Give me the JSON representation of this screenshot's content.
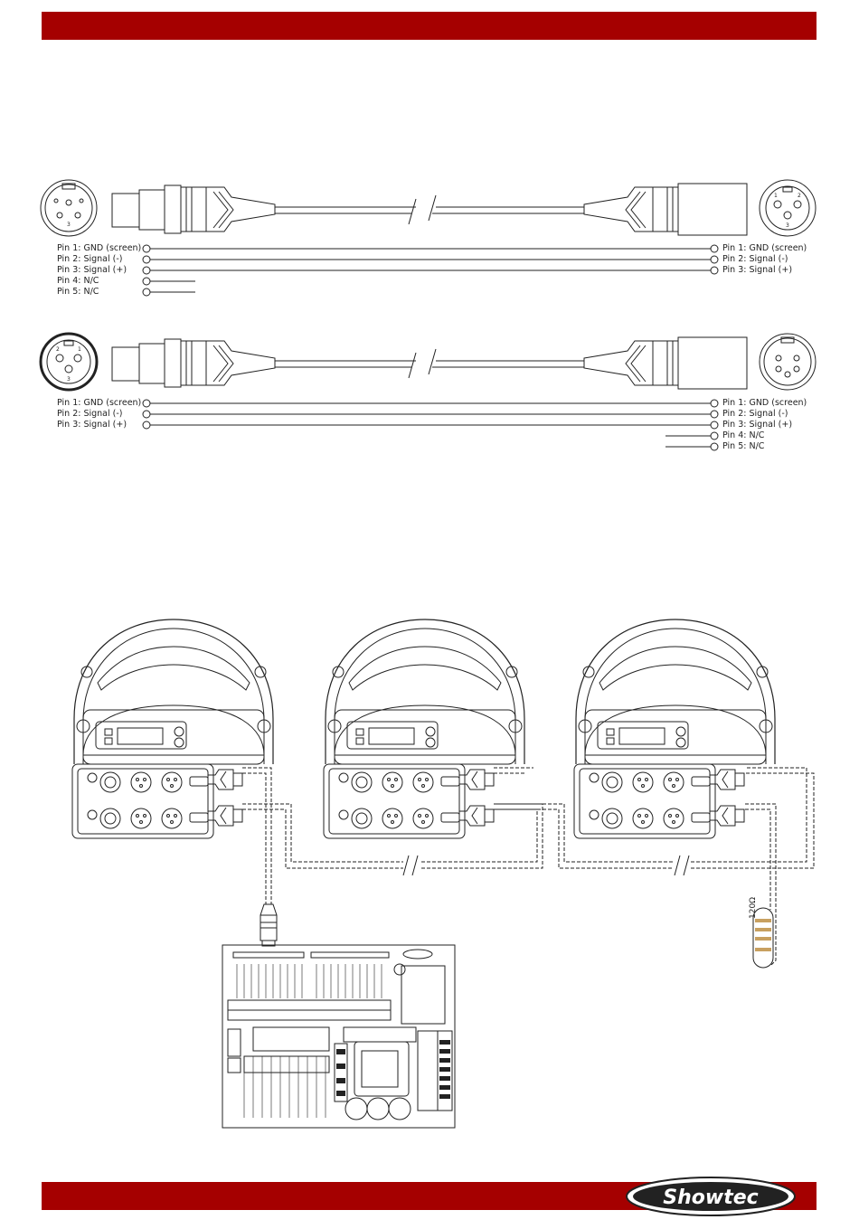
{
  "cable_3to5": {
    "left_pins": [
      "Pin 1: GND (screen)",
      "Pin 2: Signal (-)",
      "Pin 3: Signal (+)",
      "Pin 4: N/C",
      "Pin 5: N/C"
    ],
    "right_pins": [
      "Pin 1: GND (screen)",
      "Pin 2: Signal (-)",
      "Pin 3: Signal (+)"
    ]
  },
  "cable_5to3": {
    "left_pins": [
      "Pin 1: GND (screen)",
      "Pin 2: Signal (-)",
      "Pin 3: Signal (+)"
    ],
    "right_pins": [
      "Pin 1: GND (screen)",
      "Pin 2: Signal (-)",
      "Pin 3: Signal (+)",
      "Pin 4: N/C",
      "Pin 5: N/C"
    ]
  },
  "terminator": {
    "label": "120Ω"
  },
  "brand": {
    "name": "Showtec",
    "color": "#a50000"
  }
}
